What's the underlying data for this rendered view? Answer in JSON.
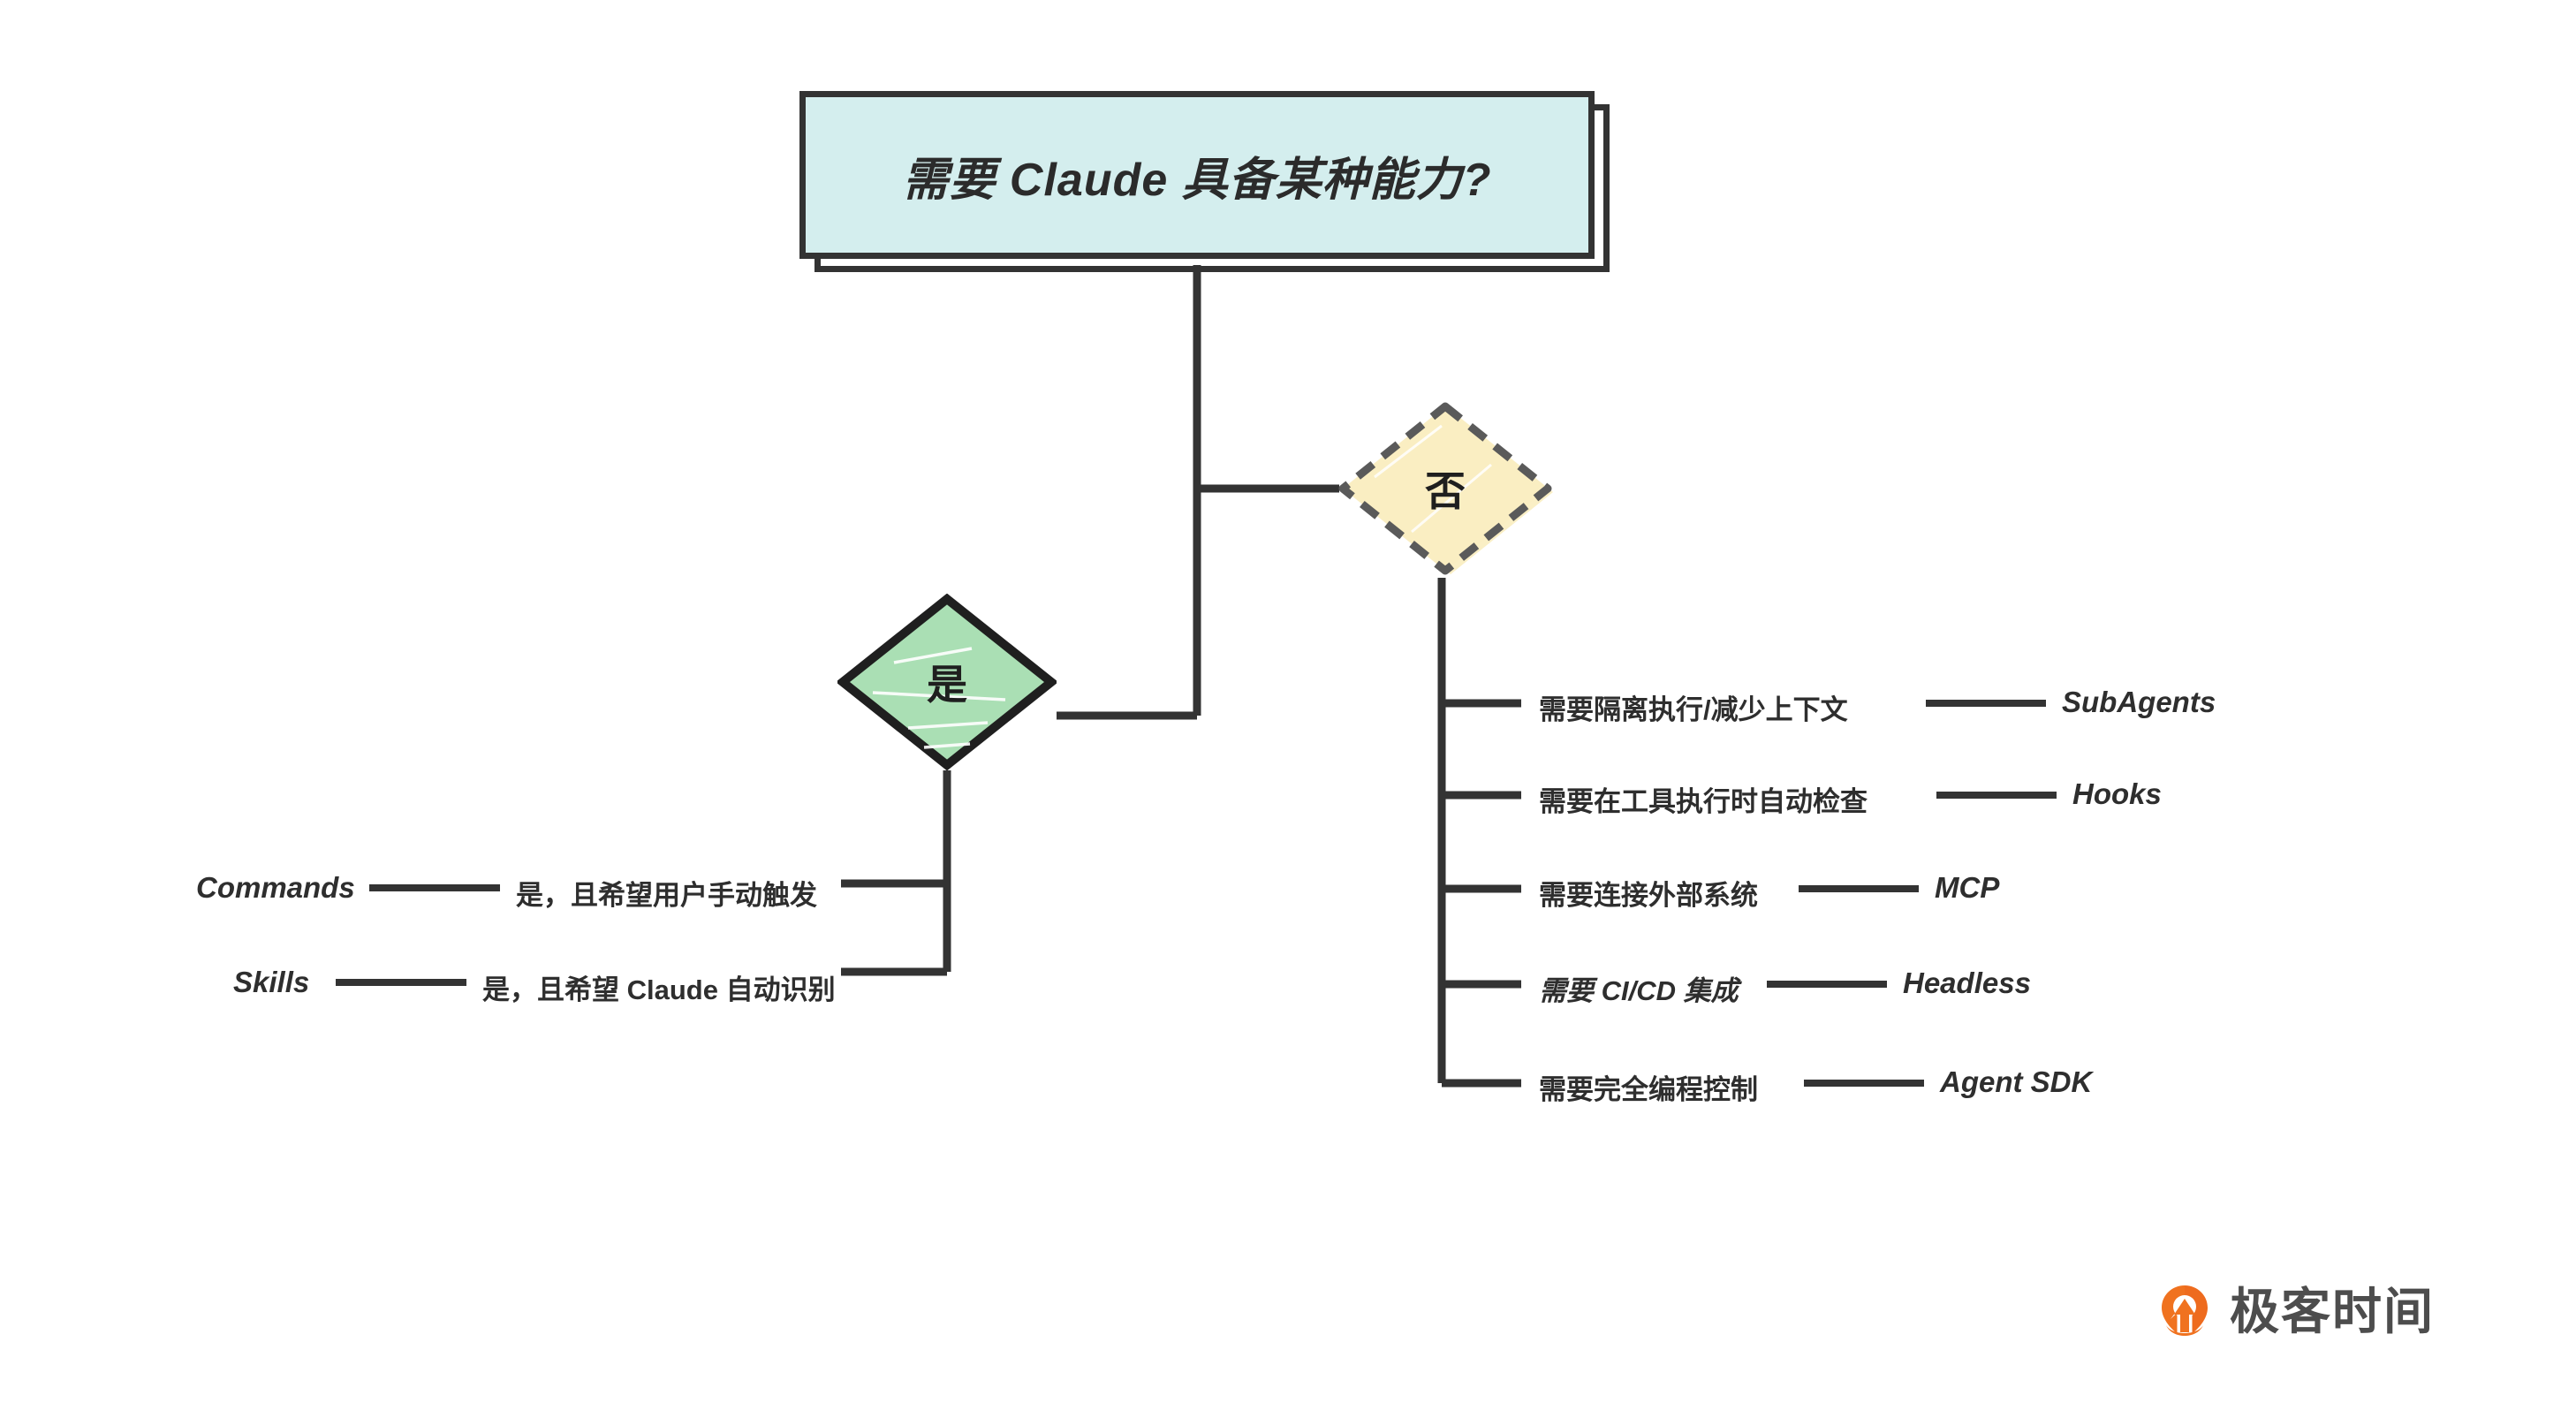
{
  "diagram": {
    "title": "需要 Claude 具备某种能力?",
    "root": {
      "label": "需要 Claude 具备某种能力?",
      "shape": "rectangle",
      "fill": "#d4eeee",
      "stroke": "#333333"
    },
    "decisions": [
      {
        "id": "yes",
        "label": "是",
        "shape": "diamond",
        "fill": "#aadfb4",
        "stroke": "#1f1f1f",
        "stroke_style": "solid"
      },
      {
        "id": "no",
        "label": "否",
        "shape": "diamond",
        "fill": "#faeec2",
        "stroke": "#5a5a5a",
        "stroke_style": "dashed"
      }
    ],
    "branches": {
      "yes": [
        {
          "condition": "是，且希望用户手动触发",
          "term": "Commands"
        },
        {
          "condition": "是，且希望 Claude 自动识别",
          "term": "Skills"
        }
      ],
      "no": [
        {
          "condition": "需要隔离执行/减少上下文",
          "term": "SubAgents"
        },
        {
          "condition": "需要在工具执行时自动检查",
          "term": "Hooks"
        },
        {
          "condition": "需要连接外部系统",
          "term": "MCP"
        },
        {
          "condition": "需要 CI/CD 集成",
          "term": "Headless"
        },
        {
          "condition": "需要完全编程控制",
          "term": "Agent SDK"
        }
      ]
    }
  },
  "watermark": {
    "text": "极客时间",
    "logo_icon": "location-pin-icon",
    "logo_color": "#f0721f"
  }
}
